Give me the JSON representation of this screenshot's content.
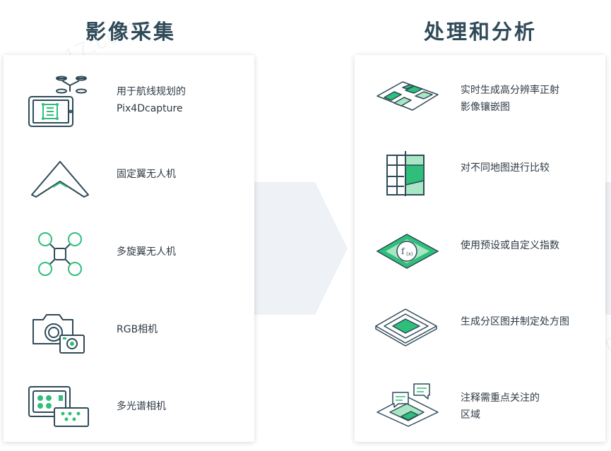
{
  "left_column": {
    "title": "影像采集",
    "items": [
      {
        "icon": "tablet-drone-icon",
        "line1": "用于航线规划的",
        "line2": "Pix4Dcapture"
      },
      {
        "icon": "fixed-wing-drone-icon",
        "line1": "固定翼无人机",
        "line2": ""
      },
      {
        "icon": "quadcopter-icon",
        "line1": "多旋翼无人机",
        "line2": ""
      },
      {
        "icon": "rgb-camera-icon",
        "line1": "RGB相机",
        "line2": ""
      },
      {
        "icon": "multispectral-camera-icon",
        "line1": "多光谱相机",
        "line2": ""
      }
    ]
  },
  "right_column": {
    "title": "处理和分析",
    "items": [
      {
        "icon": "orthomosaic-tiles-icon",
        "line1": "实时生成高分辨率正射",
        "line2": "影像镶嵌图"
      },
      {
        "icon": "map-compare-icon",
        "line1": "对不同地图进行比较",
        "line2": ""
      },
      {
        "icon": "index-fx-icon",
        "line1": "使用预设或自定义指数",
        "line2": ""
      },
      {
        "icon": "zone-map-icon",
        "line1": "生成分区图并制定处方图",
        "line2": ""
      },
      {
        "icon": "annotation-icon",
        "line1": "注释需重点关注的",
        "line2": "区域"
      }
    ]
  },
  "watermark": "chem17.com",
  "colors": {
    "title": "#2f4a58",
    "accent_green": "#2fbf7a",
    "icon_stroke": "#2f4a58",
    "arrow_bg": "#eef1f6"
  }
}
